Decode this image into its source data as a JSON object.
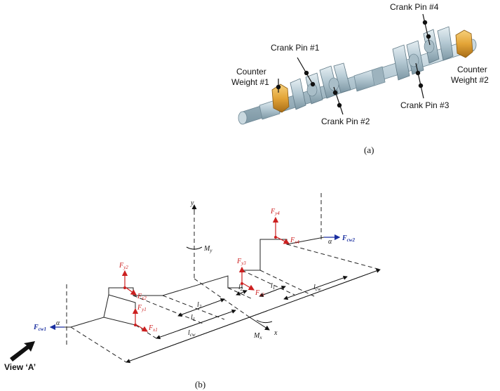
{
  "figure_a": {
    "labels": {
      "crank_pin_1": "Crank Pin #1",
      "crank_pin_2": "Crank Pin #2",
      "crank_pin_3": "Crank Pin #3",
      "crank_pin_4": "Crank Pin #4",
      "counter_weight_1_line1": "Counter",
      "counter_weight_1_line2": "Weight #1",
      "counter_weight_2_line1": "Counter",
      "counter_weight_2_line2": "Weight #2"
    },
    "caption": "(a)"
  },
  "figure_b": {
    "axes": {
      "y": "y",
      "x": "x",
      "My": "M",
      "My_sub": "y",
      "Mx": "M",
      "Mx_sub": "x"
    },
    "forces": {
      "Fy1": "F",
      "Fy1_sub": "y1",
      "Fx1": "F",
      "Fx1_sub": "x1",
      "Fy2": "F",
      "Fy2_sub": "y2",
      "Fx2": "F",
      "Fx2_sub": "x2",
      "Fy3": "F",
      "Fy3_sub": "y3",
      "Fx3": "F",
      "Fx3_sub": "x3",
      "Fy4": "F",
      "Fy4_sub": "y4",
      "Fx4": "F",
      "Fx4_sub": "x4",
      "Fcw1": "F",
      "Fcw1_sub": "cw1",
      "Fcw2": "F",
      "Fcw2_sub": "cw2"
    },
    "dimensions": {
      "l2_left": "l",
      "l2_left_sub": "2",
      "l1_left": "l",
      "l1_left_sub": "1",
      "lcw_left": "l",
      "lcw_left_sub": "cw",
      "l2_right": "l",
      "l2_right_sub": "2",
      "l1_right": "l",
      "l1_right_sub": "1",
      "lcw_right": "l",
      "lcw_right_sub": "cw"
    },
    "alpha_left": "α",
    "alpha_right": "α",
    "view_label": "View ‘A’",
    "caption": "(b)"
  },
  "colors": {
    "force": "#cc1f1f",
    "counter_force": "#1a2fa0",
    "shaft": "#b9cdd6",
    "counterweight": "#e3a437"
  }
}
